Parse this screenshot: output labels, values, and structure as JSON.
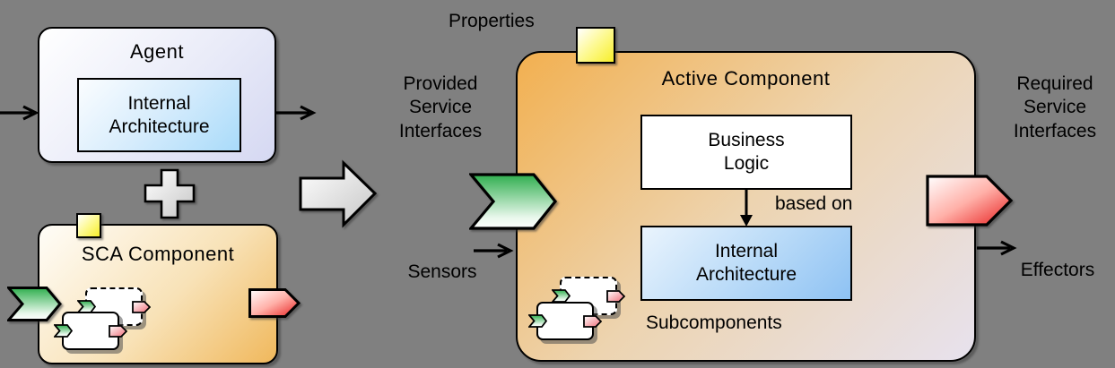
{
  "colors": {
    "background": "#808080",
    "border": "#000000",
    "agent_fill": "#d5d8f2",
    "internal_architecture_blue": "#8ec2f3",
    "sca_orange": "#f0b85c",
    "active_component_orange": "#f2b050",
    "active_component_lavender": "#e7e2ee",
    "property_yellow": "#f7ee2a",
    "provided_green": "#2fae4e",
    "required_red": "#e81f1f",
    "neutral_arrow_gray": "#c6c6c6",
    "text": "#000000"
  },
  "agent": {
    "title": "Agent",
    "internal_architecture": "Internal\nArchitecture"
  },
  "sca": {
    "title": "SCA Component"
  },
  "active": {
    "title": "Active Component",
    "business_logic": "Business\nLogic",
    "based_on": "based on",
    "internal_architecture": "Internal\nArchitecture",
    "subcomponents": "Subcomponents"
  },
  "annotations": {
    "properties": "Properties",
    "provided": "Provided\nService\nInterfaces",
    "sensors": "Sensors",
    "required": "Required\nService\nInterfaces",
    "effectors": "Effectors"
  },
  "icons": {
    "property_icon": "yellow square",
    "provided_interface_icon": "green chevron arrow",
    "required_interface_icon": "red pentagon arrow",
    "plus_icon": "plus cross",
    "transform_arrow_icon": "large gray right arrow",
    "io_arrow_icon": "black right arrow",
    "based_on_arrow_icon": "black down arrow",
    "subcomponents_icon": "overlapping component boxes"
  }
}
